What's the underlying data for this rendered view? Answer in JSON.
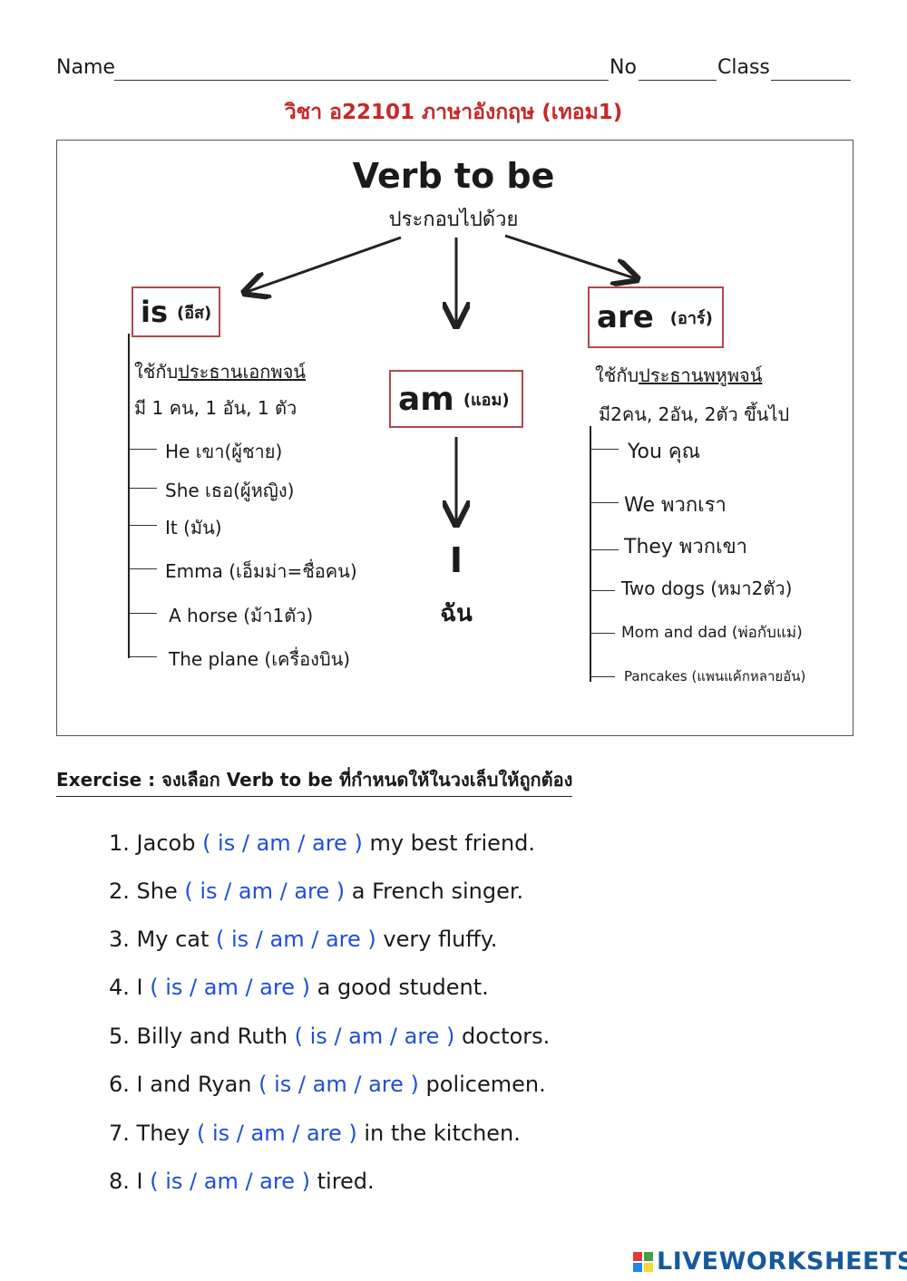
{
  "header": {
    "name_label": "Name",
    "no_label": "No",
    "class_label": "Class",
    "subject": "วิชา อ22101 ภาษาอังกฤษ (เทอม1)"
  },
  "diagram": {
    "title": "Verb to be",
    "subtitle": "ประกอบไปด้วย",
    "is": {
      "word": "is",
      "reading": "(อีส)",
      "rule_prefix": "ใช้กับ",
      "rule_underlined": "ประธานเอกพจน์",
      "rule_line2": "มี 1 คน, 1 อัน, 1 ตัว",
      "items": [
        "He เขา(ผู้ชาย)",
        "She เธอ(ผู้หญิง)",
        "It (มัน)",
        "Emma (เอ็มม่า=ชื่อคน)",
        "A horse (ม้า1ตัว)",
        "The plane (เครื่องบิน)"
      ]
    },
    "am": {
      "word": "am",
      "reading": "(แอม)",
      "pronoun": "I",
      "pronoun_thai": "ฉัน"
    },
    "are": {
      "word": "are",
      "reading": "(อาร์)",
      "rule_prefix": "ใช้กับ",
      "rule_underlined": "ประธานพหูพจน์",
      "rule_line2": "มี2คน, 2อัน, 2ตัว ขึ้นไป",
      "items": [
        "You คุณ",
        "We พวกเรา",
        "They พวกเขา",
        "Two dogs (หมา2ตัว)",
        "Mom and dad (พ่อกับแม่)",
        "Pancakes (แพนแค้กหลายอัน)"
      ]
    }
  },
  "exercise": {
    "title": "Exercise : จงเลือก Verb to be ที่กำหนดให้ในวงเล็บให้ถูกต้อง",
    "options": "( is / am / are )",
    "questions": [
      {
        "before": "1. Jacob ",
        "after": " my best friend."
      },
      {
        "before": "2. She ",
        "after": " a French singer."
      },
      {
        "before": "3. My cat ",
        "after": " very fluffy."
      },
      {
        "before": "4. I ",
        "after": " a good student."
      },
      {
        "before": "5. Billy and Ruth ",
        "after": " doctors."
      },
      {
        "before": "6. I and Ryan ",
        "after": " policemen."
      },
      {
        "before": "7. They ",
        "after": " in the kitchen."
      },
      {
        "before": "8. I ",
        "after": " tired."
      }
    ]
  },
  "footer": {
    "logo_text": "LIVEWORKSHEETS"
  },
  "colors": {
    "subject_red": "#c62828",
    "box_border": "#b04a4a",
    "option_blue": "#1e4fd6",
    "logo_blue": "#17599c"
  }
}
